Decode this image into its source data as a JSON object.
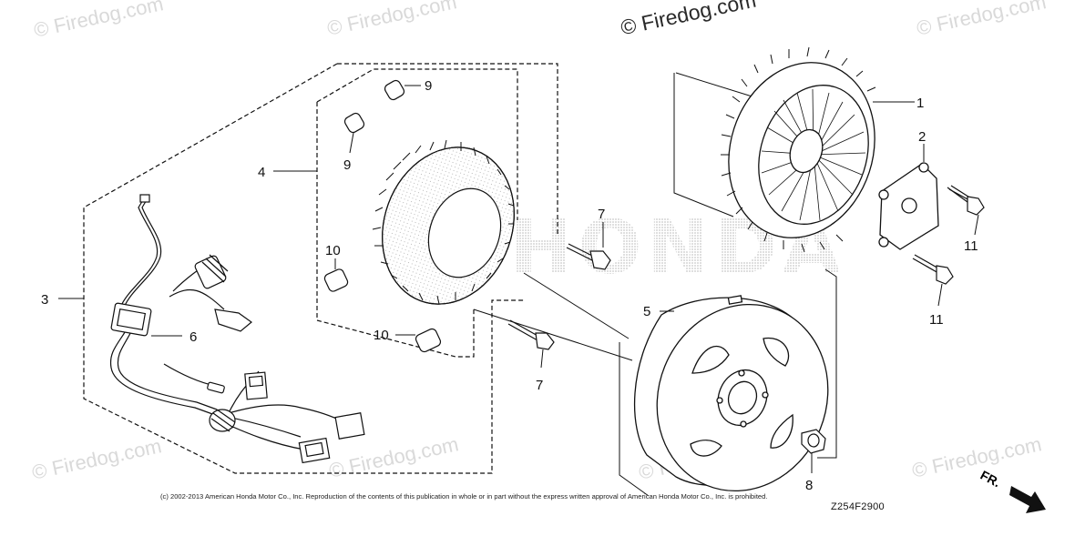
{
  "watermarks": [
    "© Firedog.com",
    "© Firedog.com",
    "© Firedog.com",
    "© Firedog.com",
    "© Firedog.com",
    "© Firedog.com",
    "© Firedog.com",
    "© Firedog.com"
  ],
  "brand_background_text": "HONDA",
  "callouts": {
    "c1": "1",
    "c2": "2",
    "c3": "3",
    "c4": "4",
    "c5": "5",
    "c6": "6",
    "c7a": "7",
    "c7b": "7",
    "c8": "8",
    "c9a": "9",
    "c9b": "9",
    "c10a": "10",
    "c10b": "10",
    "c11a": "11",
    "c11b": "11"
  },
  "copyright": "(c) 2002-2013 American Honda Motor Co., Inc. Reproduction of the contents of this publication in whole or in part without the express written approval of American Honda Motor Co., Inc. is prohibited.",
  "diagram_code": "Z254F2900",
  "direction_label": "FR.",
  "colors": {
    "ink": "#111111",
    "watermark": "#d9d9d9",
    "dots": "#9a9a9a"
  }
}
